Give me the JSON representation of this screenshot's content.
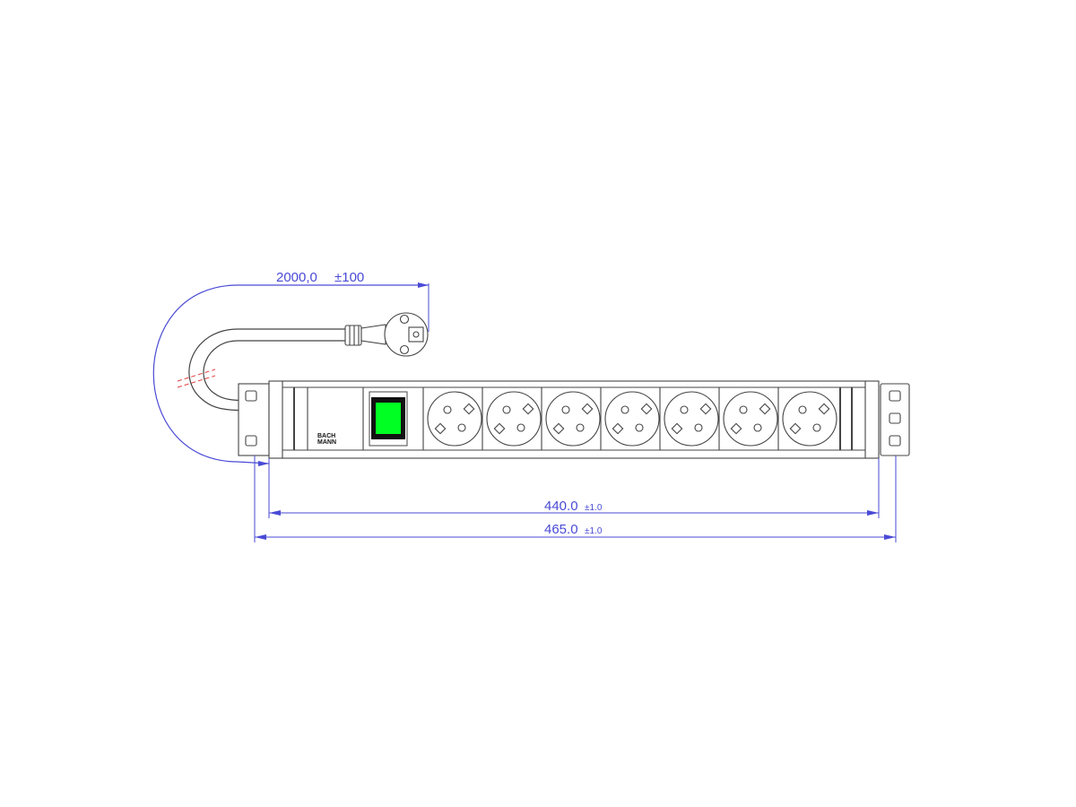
{
  "drawing": {
    "cable_length": {
      "value": "2000,0",
      "tolerance": "±100"
    },
    "mounting_width": {
      "value": "440.0",
      "tolerance": "±1.0"
    },
    "overall_width": {
      "value": "465.0",
      "tolerance": "±1.0"
    },
    "brand_logo": "BACHMANN",
    "socket_count": 7,
    "switch_color": "#00ff22"
  },
  "colors": {
    "outline": "#333333",
    "dimension": "#4a4ad6",
    "break_mark": "#e04040"
  }
}
